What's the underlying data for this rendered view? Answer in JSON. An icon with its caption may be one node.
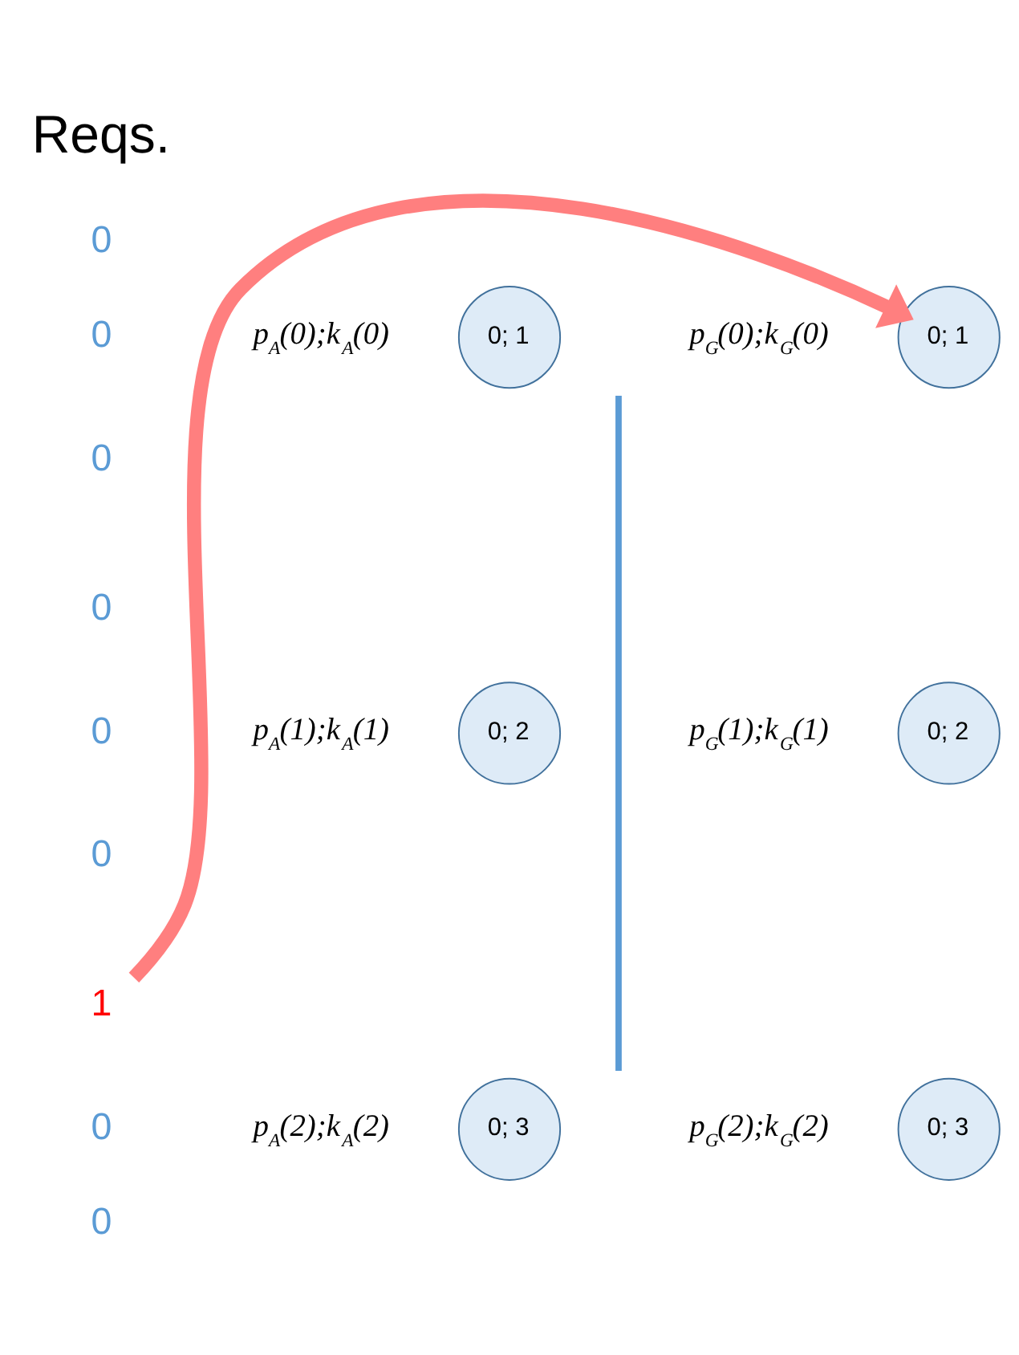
{
  "diagram": {
    "nodes": [
      {
        "text": [
          "0; 1"
        ],
        "beside": [
          "p$_{A}$(0);k$_{A}$(0)"
        ]
      },
      {
        "text": [
          "0; 2"
        ],
        "beside": [
          "p$_{A}$(1);k$_{A}$(1)"
        ]
      },
      {
        "text": [
          "0; 3"
        ],
        "beside": [
          "p$_{A}$(2);k$_{A}$(2)"
        ]
      },
      {
        "text": [
          "0; 1"
        ],
        "beside": [
          "p$_{G}$(0);k$_{G}$(0)"
        ]
      },
      {
        "text": [
          "0; 2"
        ],
        "beside": [
          "p$_{G}$(1);k$_{G}$(1)"
        ]
      },
      {
        "text": [
          "0; 3"
        ],
        "beside": [
          "p$_{G}$(2);k$_{G}$(2)"
        ]
      },
      {
        "text": [
          "1"
        ]
      }
    ],
    "edges": [
      {
        "from": 6,
        "to": 3,
        "arrow": "to",
        "color": "#ff7f7f"
      }
    ],
    "labels": [
      "Reqs.",
      "0",
      "0",
      "0",
      "0",
      "0",
      "0",
      "0",
      "0"
    ]
  }
}
